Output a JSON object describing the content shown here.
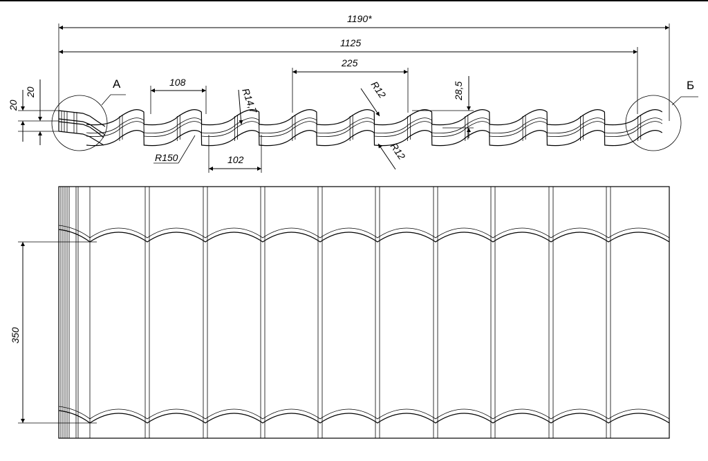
{
  "dimensions": {
    "overall_width": "1190*",
    "useful_width": "1125",
    "wave_pitch": "225",
    "crest_width": "108",
    "trough_width": "102",
    "profile_height": "28,5",
    "edge_height_1": "20",
    "edge_height_2": "20",
    "step_length": "350"
  },
  "radii": {
    "r150": "R150",
    "r14_7": "R14,7",
    "r12_top": "R12",
    "r12_bottom": "R12"
  },
  "detail_labels": {
    "a": "А",
    "b": "Б"
  }
}
